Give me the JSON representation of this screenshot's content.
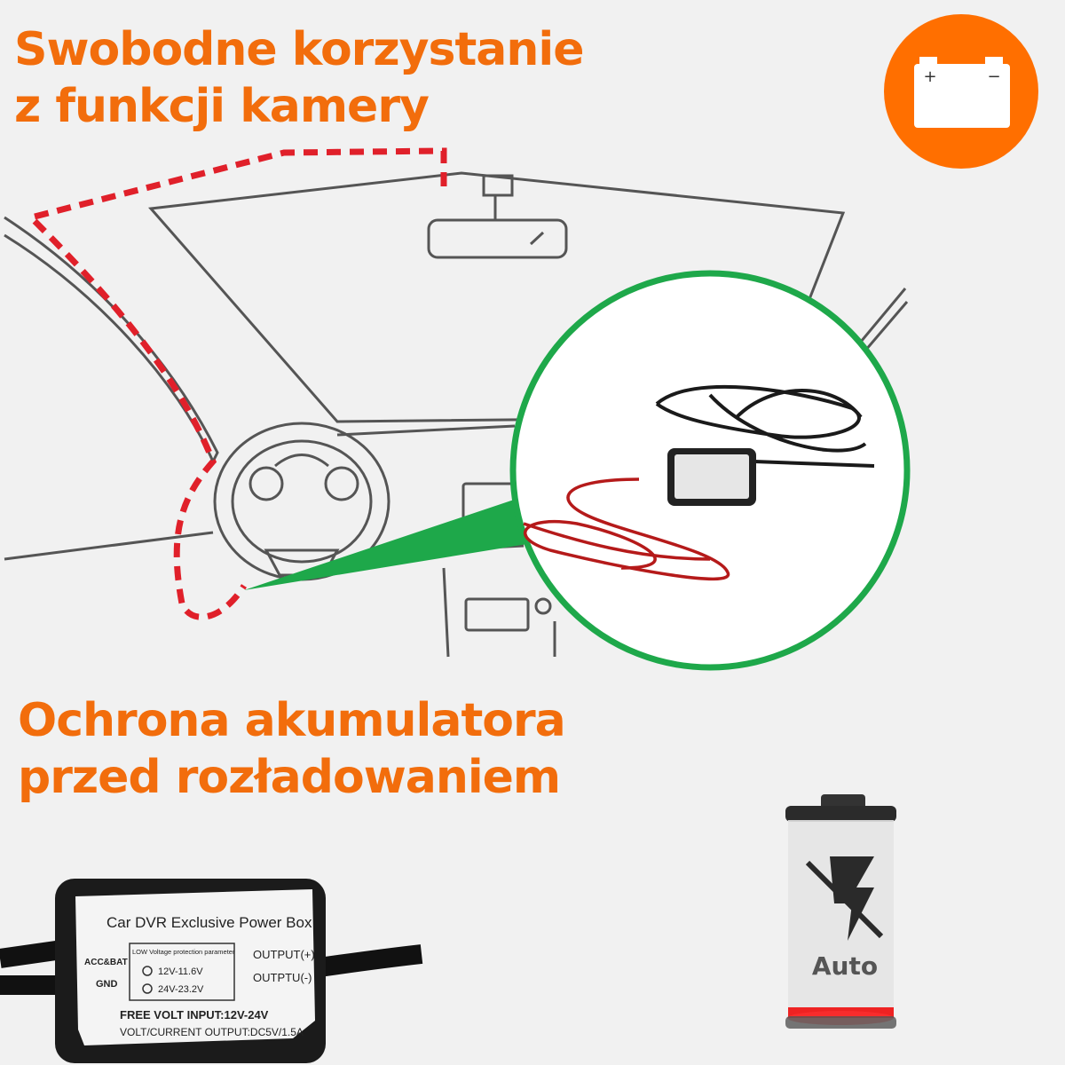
{
  "headline_top": {
    "line1": "Swobodne korzystanie",
    "line2": "z funkcji kamery"
  },
  "headline_bottom": {
    "line1": "Ochrona akumulatora",
    "line2": "przed rozładowaniem"
  },
  "badge": {
    "icon": "car-battery-icon",
    "plus": "+",
    "minus": "−",
    "color": "#ff6f00"
  },
  "power_box": {
    "title": "Car DVR Exclusive Power Box",
    "left_labels": [
      "ACC&BAT",
      "GND"
    ],
    "param_title": "LOW Voltage protection parameter",
    "options": [
      "12V-11.6V",
      "24V-23.2V"
    ],
    "right_labels": [
      "OUTPUT(+)",
      "OUTPTU(-)"
    ],
    "input": "FREE VOLT INPUT:12V-24V",
    "output": "VOLT/CURRENT OUTPUT:DC5V/1.5A"
  },
  "battery": {
    "label": "Auto",
    "icon": "no-charge-icon"
  },
  "colors": {
    "orange": "#f26d0c",
    "green": "#1ea84a",
    "red_dash": "#e0202a"
  }
}
